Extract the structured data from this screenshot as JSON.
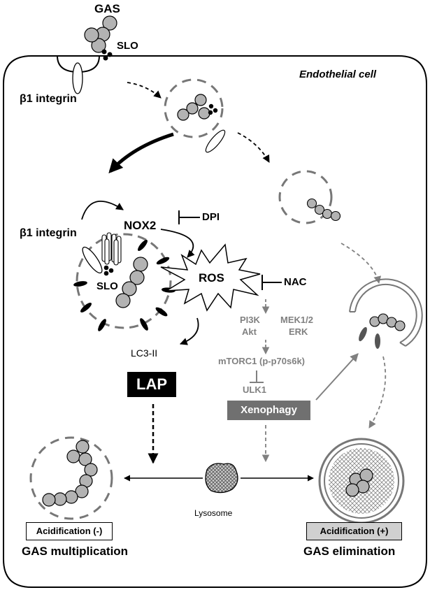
{
  "labels": {
    "gas_top": "GAS",
    "slo_top": "SLO",
    "endothelial": "Endothelial cell",
    "b1_top": "β1 integrin",
    "b1_mid": "β1 integrin",
    "nox2": "NOX2",
    "dpi": "DPI",
    "ros": "ROS",
    "nac": "NAC",
    "slo_mid": "SLO",
    "pi3k": "PI3K",
    "akt": "Akt",
    "mek": "MEK1/2",
    "erk": "ERK",
    "mtorc1": "mTORC1 (p-p70s6k)",
    "ulk1": "ULK1",
    "lc3": "LC3-II",
    "lap": "LAP",
    "xenophagy": "Xenophagy",
    "lysosome": "Lysosome",
    "acid_neg": "Acidification (-)",
    "acid_pos": "Acidification (+)",
    "gas_mult": "GAS multiplication",
    "gas_elim": "GAS elimination"
  },
  "colors": {
    "black": "#000000",
    "gray": "#808080",
    "bacterium": "#b3b3b3",
    "xenophagy_box": "#707070",
    "acid_pos_box": "#d0d0d0"
  }
}
